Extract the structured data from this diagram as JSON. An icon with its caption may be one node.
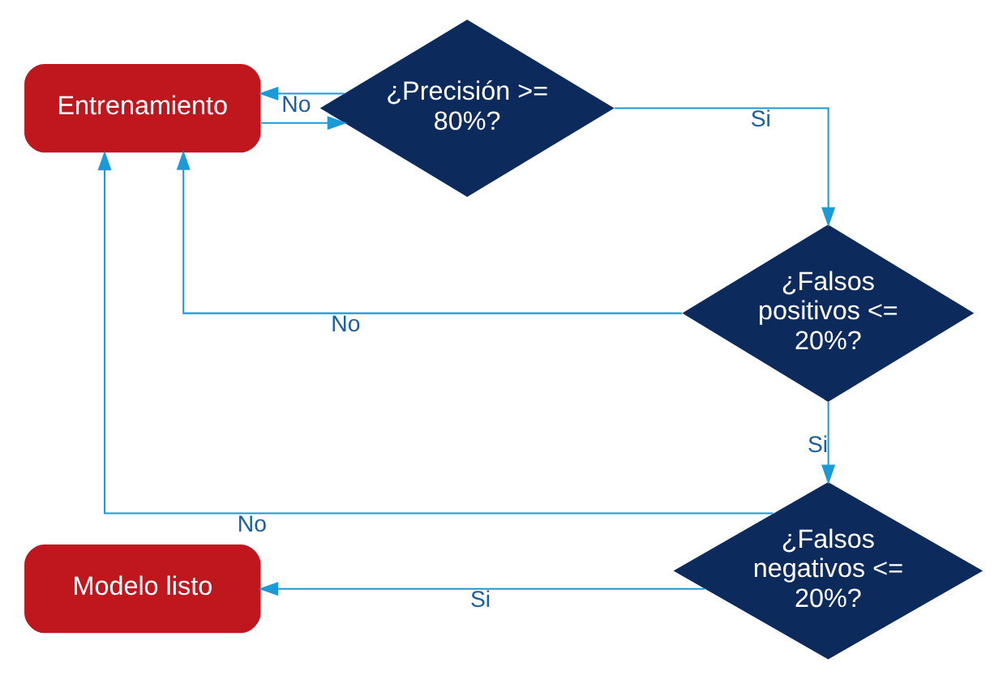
{
  "diagram": {
    "nodes": [
      {
        "text": [
          "Entrenamiento"
        ]
      },
      {
        "text": [
          "¿Precisión >= 80%?"
        ]
      },
      {
        "text": [
          "¿Falsos positivos <= 20%?"
        ]
      },
      {
        "text": [
          "¿Falsos negativos <= 20%?"
        ]
      },
      {
        "text": [
          "Modelo listo"
        ]
      }
    ],
    "edges": [
      {
        "from": 0,
        "to": 1,
        "arrow": "to"
      },
      {
        "from": 1,
        "to": 2,
        "arrow": "to",
        "label": "Si"
      },
      {
        "from": 2,
        "to": 3,
        "arrow": "to",
        "label": "Si"
      },
      {
        "from": 3,
        "to": 4,
        "arrow": "to",
        "label": "Si"
      },
      {
        "from": 1,
        "to": 0,
        "arrow": "to",
        "label": "No"
      },
      {
        "from": 2,
        "to": 0,
        "arrow": "to",
        "label": "No"
      },
      {
        "from": 3,
        "to": 0,
        "arrow": "to",
        "label": "No"
      }
    ]
  }
}
